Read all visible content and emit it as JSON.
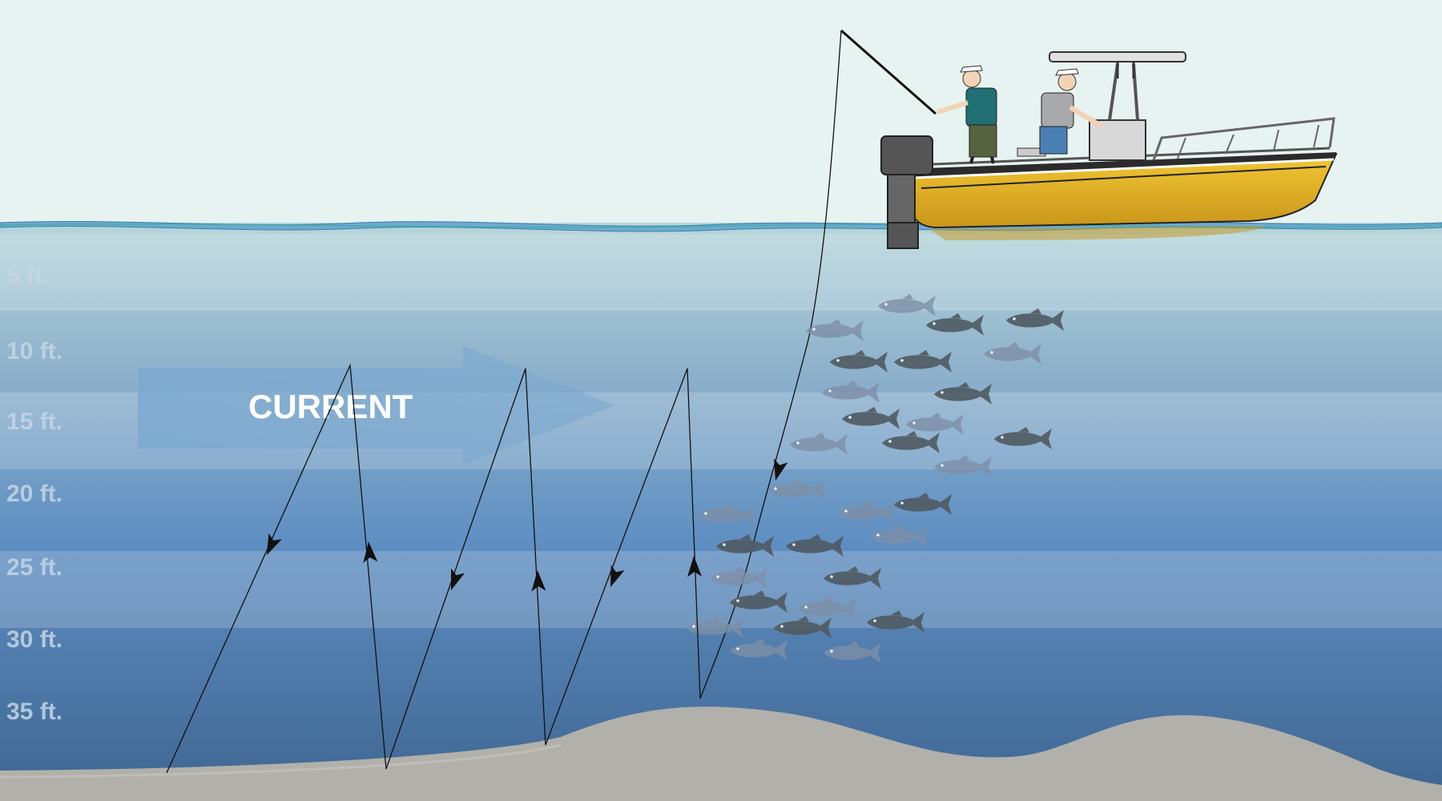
{
  "depth_scale": {
    "unit": "ft.",
    "labels": [
      "5 ft.",
      "10 ft.",
      "15 ft.",
      "20 ft.",
      "25 ft.",
      "30 ft.",
      "35 ft."
    ]
  },
  "current": {
    "label": "CURRENT",
    "direction": "right"
  },
  "colors": {
    "sky": "#e6f3f1",
    "water_top": "#b3d3d8",
    "water_bottom": "#446f9b",
    "seabed": "#b2b0aa",
    "boat_hull": "#e8b820",
    "fish_dark": "#4f5a62",
    "fish_light": "#7d8fa6",
    "line": "#111111"
  },
  "icons": [
    "boat-icon",
    "angler-icon",
    "fish-icon",
    "arrow-icon"
  ]
}
